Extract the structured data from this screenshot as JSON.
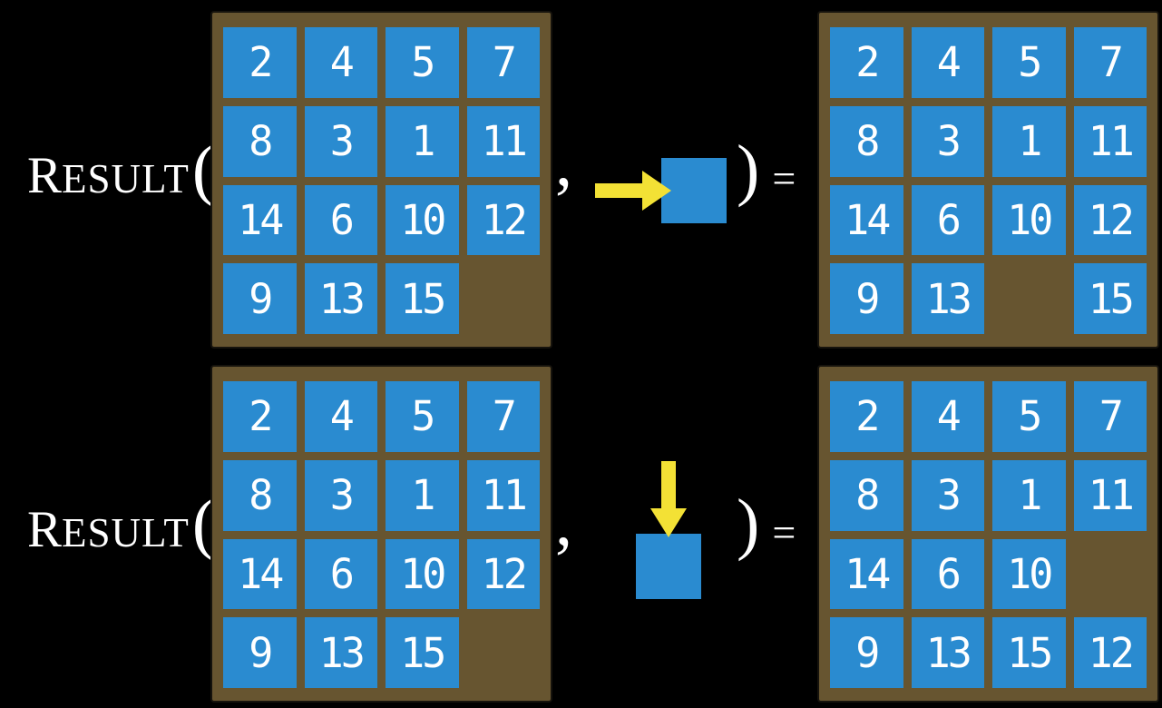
{
  "colors": {
    "background": "#000000",
    "tile_blue": "#2a8bd0",
    "frame_brown": "#675530",
    "arrow_yellow": "#f3e135",
    "text_white": "#ffffff"
  },
  "function": {
    "name_initial": "R",
    "name_rest": "ESULT",
    "open_paren": "(",
    "comma": ",",
    "close_paren": ")",
    "equals": "="
  },
  "rows": [
    {
      "name": "slide-right-example",
      "action_icon": "right-arrow-icon",
      "before_grid": [
        [
          "2",
          "4",
          "5",
          "7"
        ],
        [
          "8",
          "3",
          "1",
          "11"
        ],
        [
          "14",
          "6",
          "10",
          "12"
        ],
        [
          "9",
          "13",
          "15",
          ""
        ]
      ],
      "after_grid": [
        [
          "2",
          "4",
          "5",
          "7"
        ],
        [
          "8",
          "3",
          "1",
          "11"
        ],
        [
          "14",
          "6",
          "10",
          "12"
        ],
        [
          "9",
          "13",
          "",
          "15"
        ]
      ]
    },
    {
      "name": "slide-down-example",
      "action_icon": "down-arrow-icon",
      "before_grid": [
        [
          "2",
          "4",
          "5",
          "7"
        ],
        [
          "8",
          "3",
          "1",
          "11"
        ],
        [
          "14",
          "6",
          "10",
          "12"
        ],
        [
          "9",
          "13",
          "15",
          ""
        ]
      ],
      "after_grid": [
        [
          "2",
          "4",
          "5",
          "7"
        ],
        [
          "8",
          "3",
          "1",
          "11"
        ],
        [
          "14",
          "6",
          "10",
          ""
        ],
        [
          "9",
          "13",
          "15",
          "12"
        ]
      ]
    }
  ]
}
